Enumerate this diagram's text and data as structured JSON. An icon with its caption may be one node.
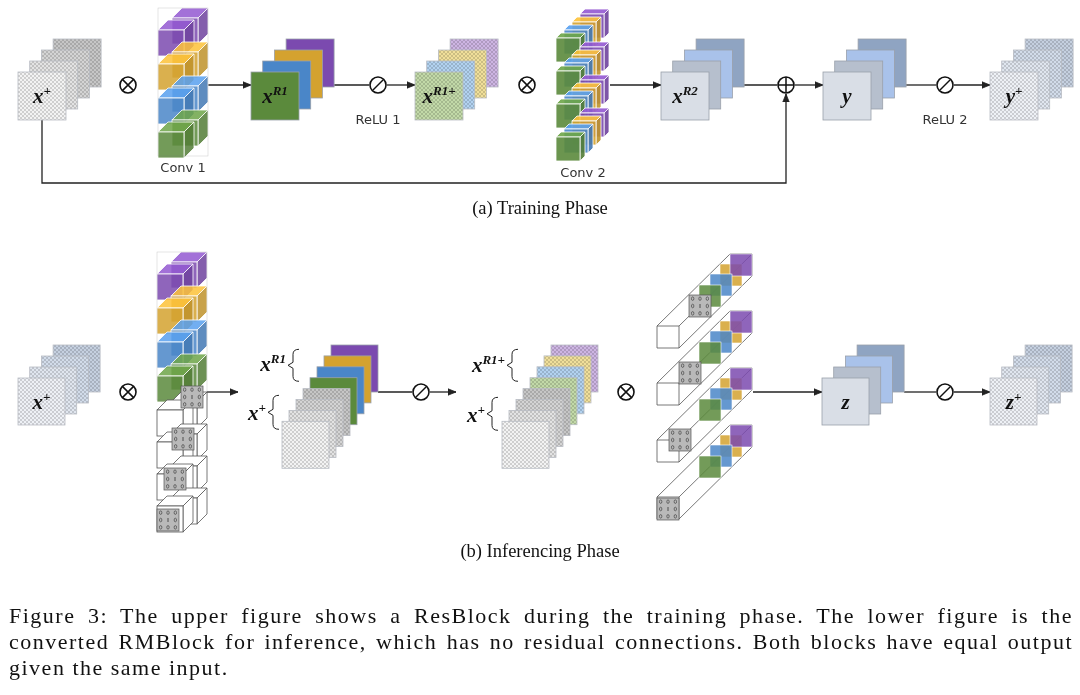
{
  "diagram": {
    "caption": "Figure 3: The upper figure shows a ResBlock during the training phase. The lower figure is the converted RMBlock for inference, which has no residual connections. Both blocks have equal output given the same input.",
    "nodes": [
      {
        "text": [
          "x$^{+}$"
        ]
      },
      {
        "text": [
          "Conv 1"
        ]
      },
      {
        "text": [
          "x$^{R1}$"
        ]
      },
      {
        "text": [],
        "shape": "circle",
        "beside": [
          "ReLU 1"
        ]
      },
      {
        "text": [
          "x$^{R1+}$"
        ]
      },
      {
        "text": [
          "Conv 2"
        ]
      },
      {
        "text": [
          "x$^{R2}$"
        ]
      },
      {
        "text": [],
        "shape": "circle"
      },
      {
        "text": [
          "y"
        ]
      },
      {
        "text": [],
        "shape": "circle",
        "beside": [
          "ReLU 2"
        ]
      },
      {
        "text": [
          "y$^{+}$"
        ]
      },
      {
        "text": [
          "x$^{+}$"
        ]
      },
      {
        "text": [],
        "shape": "cube"
      },
      {
        "text": [
          "x$^{R1}$",
          "x$^{+}$"
        ]
      },
      {
        "text": [],
        "shape": "circle"
      },
      {
        "text": [
          "x$^{R1+}$",
          "x$^{+}$"
        ]
      },
      {
        "text": [],
        "shape": "cube"
      },
      {
        "text": [
          "z"
        ]
      },
      {
        "text": [],
        "shape": "circle"
      },
      {
        "text": [
          "z$^{+}$"
        ]
      }
    ],
    "edges": [
      {
        "from": 1,
        "to": 2,
        "arrow": "to"
      },
      {
        "from": 2,
        "to": 3,
        "arrow": "none"
      },
      {
        "from": 3,
        "to": 4,
        "arrow": "to"
      },
      {
        "from": 5,
        "to": 6,
        "arrow": "to"
      },
      {
        "from": 6,
        "to": 7,
        "arrow": "none"
      },
      {
        "from": 7,
        "to": 8,
        "arrow": "to"
      },
      {
        "from": 0,
        "to": 7,
        "arrow": "to"
      },
      {
        "from": 8,
        "to": 9,
        "arrow": "none"
      },
      {
        "from": 9,
        "to": 10,
        "arrow": "to"
      },
      {
        "from": 12,
        "to": 13,
        "arrow": "to"
      },
      {
        "from": 13,
        "to": 14,
        "arrow": "none"
      },
      {
        "from": 14,
        "to": 15,
        "arrow": "to"
      },
      {
        "from": 16,
        "to": 17,
        "arrow": "to"
      },
      {
        "from": 17,
        "to": 18,
        "arrow": "none"
      },
      {
        "from": 18,
        "to": 19,
        "arrow": "to"
      }
    ],
    "labels": [
      "(a) Training Phase",
      "(b) Inferencing Phase"
    ]
  }
}
